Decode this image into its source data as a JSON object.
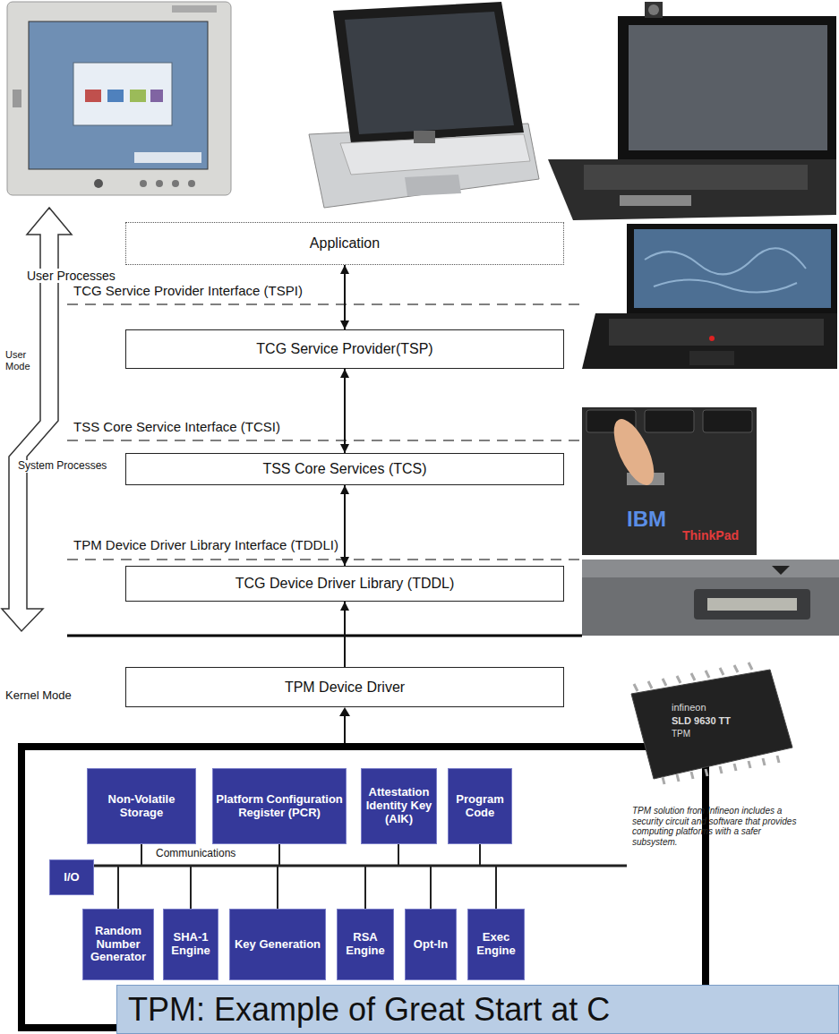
{
  "diagram": {
    "title": "TPM: Example of Great Start at C",
    "nodes": [
      {
        "text": [
          "Application"
        ]
      },
      {
        "text": [
          "TCG Service Provider(TSP)"
        ]
      },
      {
        "text": [
          "TSS Core Services (TCS)"
        ]
      },
      {
        "text": [
          "TCG Device Driver Library (TDDL)"
        ]
      },
      {
        "text": [
          "TPM Device Driver"
        ]
      },
      {
        "text": [
          "Non-Volatile Storage"
        ]
      },
      {
        "text": [
          "Platform Configuration Register (PCR)"
        ]
      },
      {
        "text": [
          "Attestation Identity Key (AIK)"
        ]
      },
      {
        "text": [
          "Program Code"
        ]
      },
      {
        "text": [
          "I/O"
        ]
      },
      {
        "text": [
          "Random Number Generator"
        ]
      },
      {
        "text": [
          "SHA-1 Engine"
        ]
      },
      {
        "text": [
          "Key Generation"
        ]
      },
      {
        "text": [
          "RSA Engine"
        ]
      },
      {
        "text": [
          "Opt-In"
        ]
      },
      {
        "text": [
          "Exec Engine"
        ]
      }
    ],
    "edges": [
      {
        "from": 0,
        "to": 1,
        "arrow": "both"
      },
      {
        "from": 1,
        "to": 2,
        "arrow": "both"
      },
      {
        "from": 2,
        "to": 3,
        "arrow": "both"
      },
      {
        "from": 4,
        "to": 3,
        "arrow": "to"
      }
    ],
    "labels": [
      "User Processes",
      "TCG Service Provider Interface (TSPI)",
      "User Mode",
      "TSS Core Service Interface (TCSI)",
      "System Processes",
      "TPM Device Driver Library Interface (TDDLI)",
      "Kernel Mode",
      "Communications",
      "IBM",
      "ThinkPad",
      "infineon",
      "SLD 9630 TT",
      "TPM",
      "TPM solution from Infineon includes a security circuit and software that provides computing platforms with a safer subsystem."
    ]
  }
}
